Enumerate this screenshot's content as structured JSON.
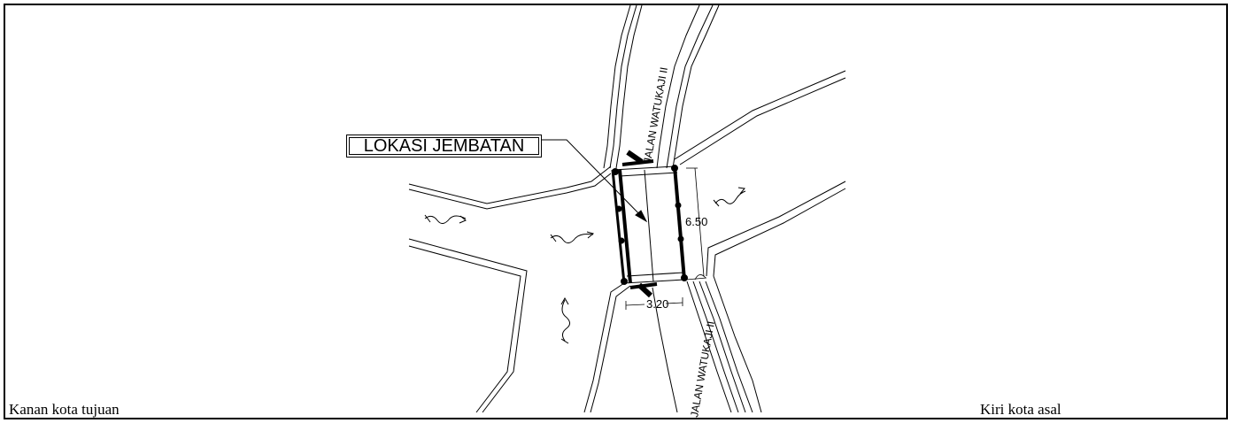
{
  "labels": {
    "left_corner": "Kanan kota tujuan",
    "right_corner": "Kiri kota asal",
    "bridge_callout": "LOKASI JEMBATAN",
    "road_name_north": "JALAN WATUKAJI II",
    "road_name_south": "JALAN WATUKAJI II",
    "dimension_length": "6.50",
    "dimension_width": "3.20"
  },
  "colors": {
    "line": "#000000",
    "background": "#ffffff"
  },
  "icons": [
    "flow-arrow-icon",
    "flow-arrow-icon",
    "flow-arrow-icon",
    "flow-arrow-icon"
  ]
}
